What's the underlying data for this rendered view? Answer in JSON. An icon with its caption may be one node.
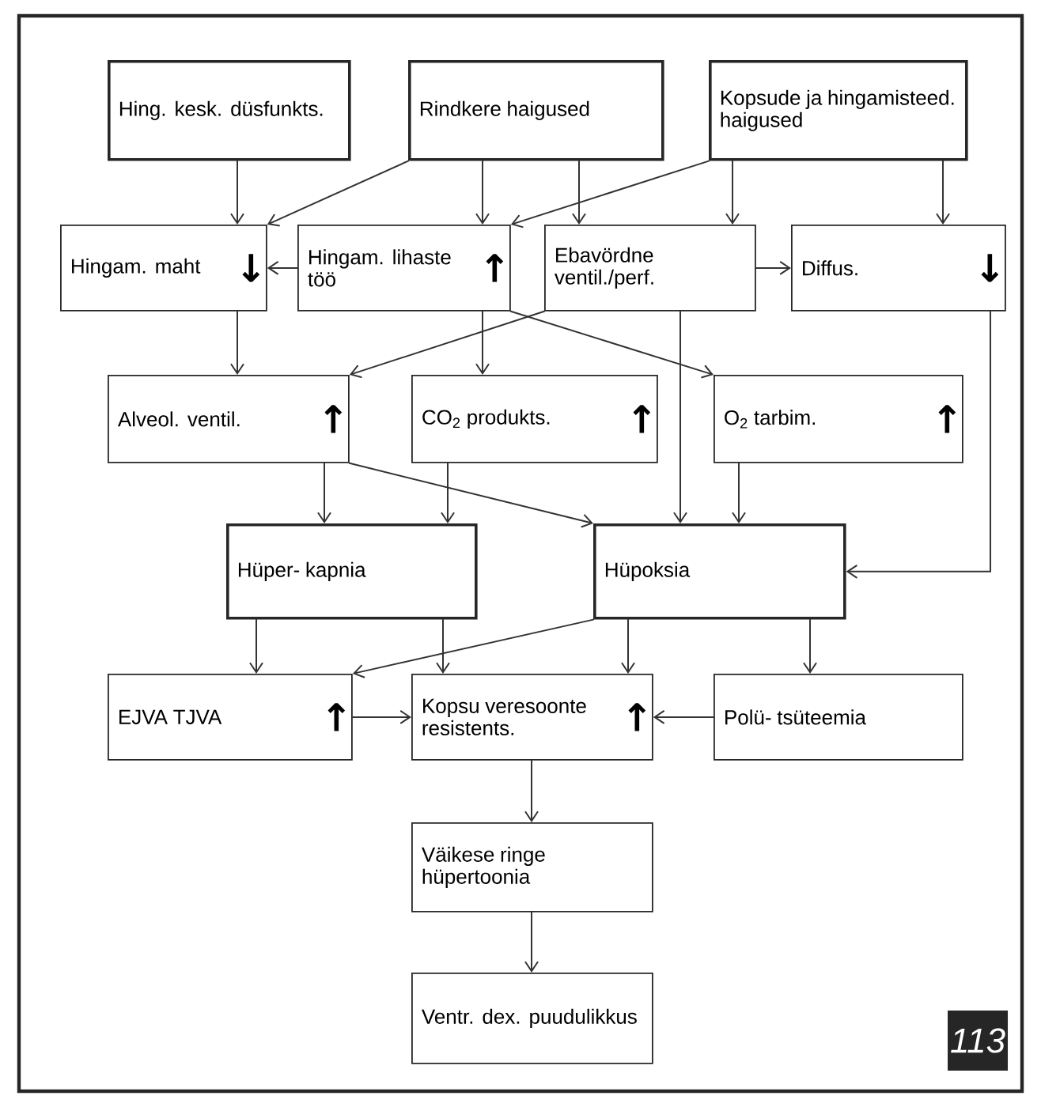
{
  "diagram": {
    "nodes": [
      {
        "text": [
          "Hing. kesk. düsfunkts."
        ]
      },
      {
        "text": [
          "Rindkere haigused"
        ]
      },
      {
        "text": [
          "Kopsude ja hingamisteed. haigused"
        ]
      },
      {
        "text": [
          "Hingam. maht",
          "↓"
        ]
      },
      {
        "text": [
          "Hingam. lihaste töö",
          "↑"
        ]
      },
      {
        "text": [
          "Ebavördne ventil./perf."
        ]
      },
      {
        "text": [
          "Diffus.",
          "↓"
        ]
      },
      {
        "text": [
          "Alveol. ventil.",
          "↑"
        ]
      },
      {
        "text": [
          "CO$_{2}$ produkts.",
          "↑"
        ]
      },
      {
        "text": [
          "O$_{2}$ tarbim.",
          "↑"
        ]
      },
      {
        "text": [
          "Hüper- kapnia"
        ]
      },
      {
        "text": [
          "Hüpoksia"
        ]
      },
      {
        "text": [
          "EJVA TJVA",
          "↑"
        ]
      },
      {
        "text": [
          "Kopsu veresoonte resistents.",
          "↑"
        ]
      },
      {
        "text": [
          "Polü- tsüteemia"
        ]
      },
      {
        "text": [
          "Väikese ringe hüpertoonia"
        ]
      },
      {
        "text": [
          "Ventr. dex. puudulikkus"
        ]
      }
    ],
    "edges": [
      {
        "from": 0,
        "to": 3,
        "arrow": "to"
      },
      {
        "from": 1,
        "to": 3,
        "arrow": "to"
      },
      {
        "from": 1,
        "to": 4,
        "arrow": "to"
      },
      {
        "from": 1,
        "to": 5,
        "arrow": "to"
      },
      {
        "from": 2,
        "to": 4,
        "arrow": "to"
      },
      {
        "from": 2,
        "to": 5,
        "arrow": "to"
      },
      {
        "from": 2,
        "to": 6,
        "arrow": "to"
      },
      {
        "from": 4,
        "to": 3,
        "arrow": "to"
      },
      {
        "from": 5,
        "to": 6,
        "arrow": "to"
      },
      {
        "from": 3,
        "to": 7,
        "arrow": "to"
      },
      {
        "from": 5,
        "to": 7,
        "arrow": "to"
      },
      {
        "from": 4,
        "to": 9,
        "arrow": "to"
      },
      {
        "from": 4,
        "to": 8,
        "arrow": "to"
      },
      {
        "from": 5,
        "to": 11,
        "arrow": "to"
      },
      {
        "from": 6,
        "to": 11,
        "arrow": "to"
      },
      {
        "from": 7,
        "to": 10,
        "arrow": "to"
      },
      {
        "from": 8,
        "to": 10,
        "arrow": "to"
      },
      {
        "from": 7,
        "to": 11,
        "arrow": "to"
      },
      {
        "from": 9,
        "to": 11,
        "arrow": "to"
      },
      {
        "from": 10,
        "to": 12,
        "arrow": "to"
      },
      {
        "from": 10,
        "to": 13,
        "arrow": "to"
      },
      {
        "from": 11,
        "to": 12,
        "arrow": "to"
      },
      {
        "from": 11,
        "to": 13,
        "arrow": "to"
      },
      {
        "from": 11,
        "to": 14,
        "arrow": "to"
      },
      {
        "from": 12,
        "to": 13,
        "arrow": "to"
      },
      {
        "from": 14,
        "to": 13,
        "arrow": "to"
      },
      {
        "from": 13,
        "to": 15,
        "arrow": "to"
      },
      {
        "from": 15,
        "to": 16,
        "arrow": "to"
      }
    ],
    "labels": [
      "113"
    ]
  }
}
